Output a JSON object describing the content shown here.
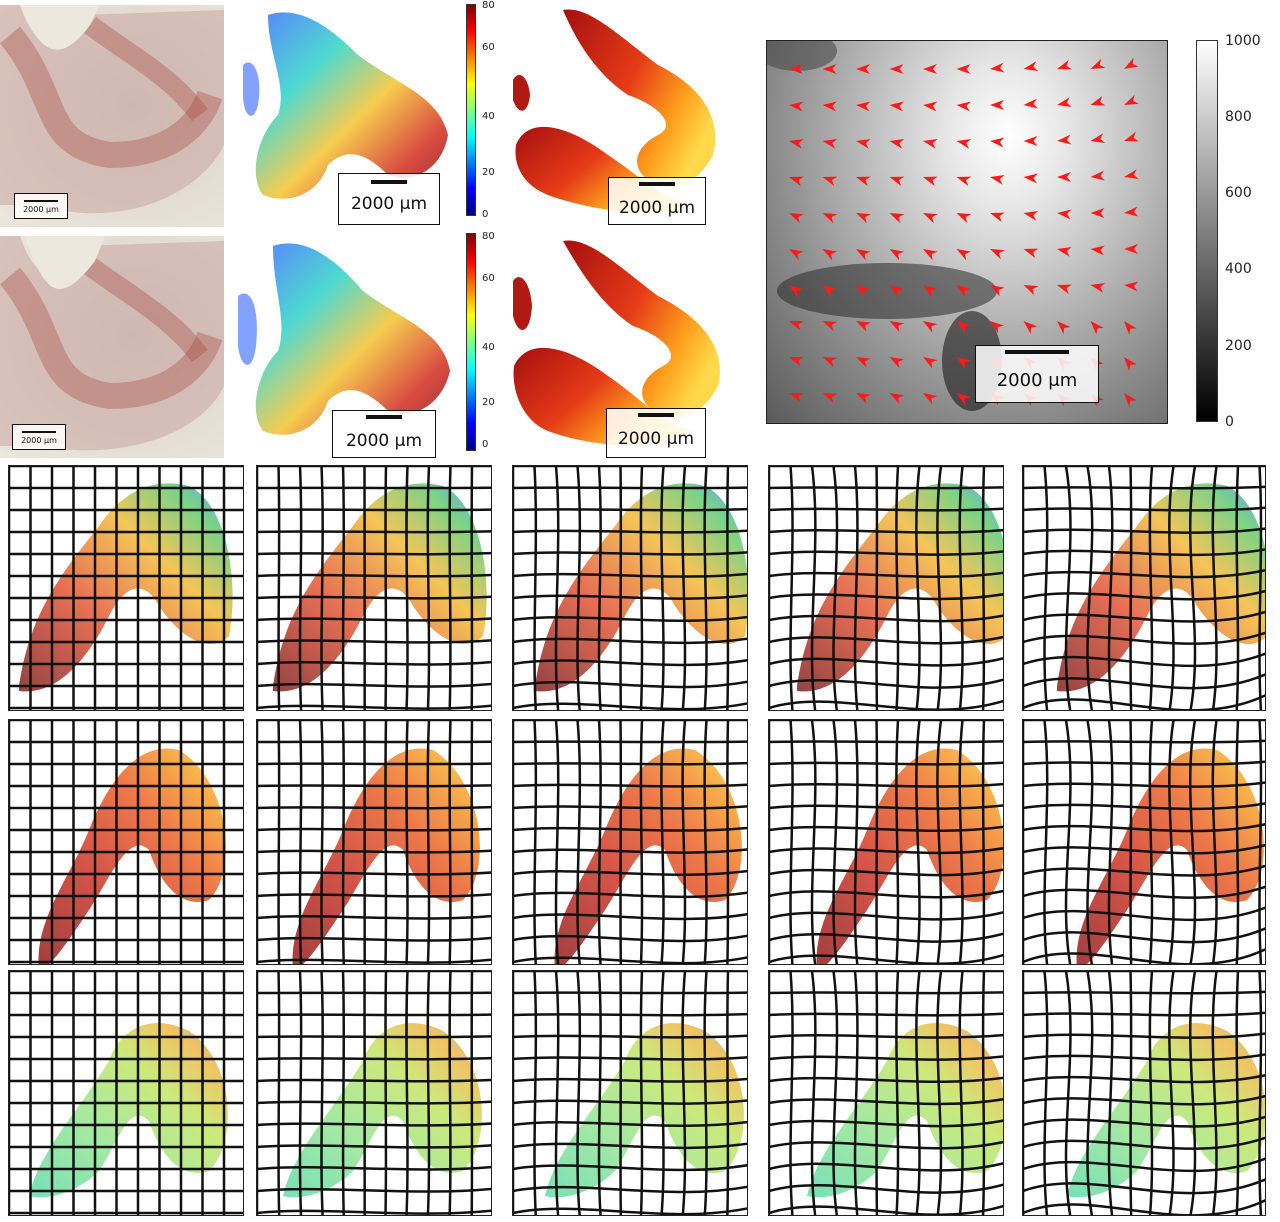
{
  "scale_bar_label": "2000 µm",
  "scale_bar_label_mu": "2000 μm",
  "colorbar_jet": {
    "ticks": [
      "80",
      "60",
      "40",
      "20",
      "0"
    ]
  },
  "colorbar_gray": {
    "ticks": [
      "1000",
      "800",
      "600",
      "400",
      "200",
      "0"
    ]
  },
  "colors": {
    "vector_arrow": "#ff1a1a",
    "grid_line": "#111111"
  },
  "rows": [
    "histology-and-spots",
    "deformation-field",
    "transformed-grids"
  ]
}
